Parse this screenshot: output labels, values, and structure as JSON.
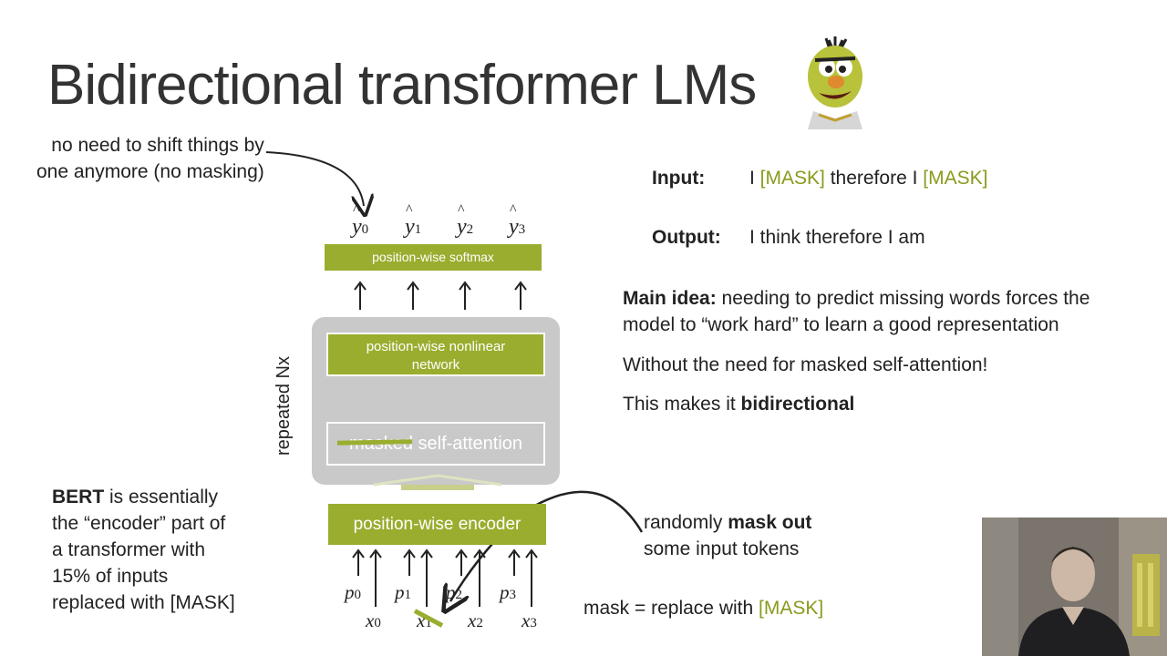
{
  "slide": {
    "title": "Bidirectional transformer LMs",
    "note_top": [
      "no need to shift things by",
      "one anymore (no masking)"
    ],
    "input_label": "Input:",
    "input_parts": [
      "I ",
      "[MASK]",
      " therefore I ",
      "[MASK]"
    ],
    "output_label": "Output:",
    "output_text": "I think therefore I am",
    "main_idea_label": "Main idea:",
    "main_idea_rest": " needing to predict missing words forces the",
    "main_idea_line2": "model to “work hard” to learn a good representation",
    "without_text": "Without the need for masked self-attention!",
    "makes_prefix": "This makes it ",
    "makes_bold": "bidirectional",
    "bert_bold": "BERT",
    "bert_rest": " is essentially",
    "bert_lines": [
      "the “encoder” part of",
      "a transformer with",
      "15% of inputs",
      "replaced with [MASK]"
    ],
    "random_prefix": "randomly ",
    "random_bold": "mask out",
    "random_line2": "some input tokens",
    "mask_eq_prefix": "mask = replace with ",
    "mask_eq_token": "[MASK]"
  },
  "diagram": {
    "outputs": [
      {
        "base": "y",
        "sub": "0"
      },
      {
        "base": "y",
        "sub": "1"
      },
      {
        "base": "y",
        "sub": "2"
      },
      {
        "base": "y",
        "sub": "3"
      }
    ],
    "softmax_label": "position-wise softmax",
    "nonlinear_label": [
      "position-wise nonlinear",
      "network"
    ],
    "attention_strike": "masked",
    "attention_rest": " self-attention",
    "repeated_label": "repeated Nx",
    "encoder_label": "position-wise encoder",
    "positions": [
      {
        "base": "p",
        "sub": "0"
      },
      {
        "base": "p",
        "sub": "1"
      },
      {
        "base": "p",
        "sub": "2"
      },
      {
        "base": "p",
        "sub": "3"
      }
    ],
    "inputs": [
      {
        "base": "x",
        "sub": "0"
      },
      {
        "base": "x",
        "sub": "1"
      },
      {
        "base": "x",
        "sub": "2"
      },
      {
        "base": "x",
        "sub": "3"
      }
    ]
  },
  "colors": {
    "accent_green": "#9aad2e",
    "panel_gray": "#c9c9c9",
    "text": "#222222"
  },
  "icons": {
    "mascot": "bert-muppet-icon",
    "webcam": "presenter-webcam"
  }
}
